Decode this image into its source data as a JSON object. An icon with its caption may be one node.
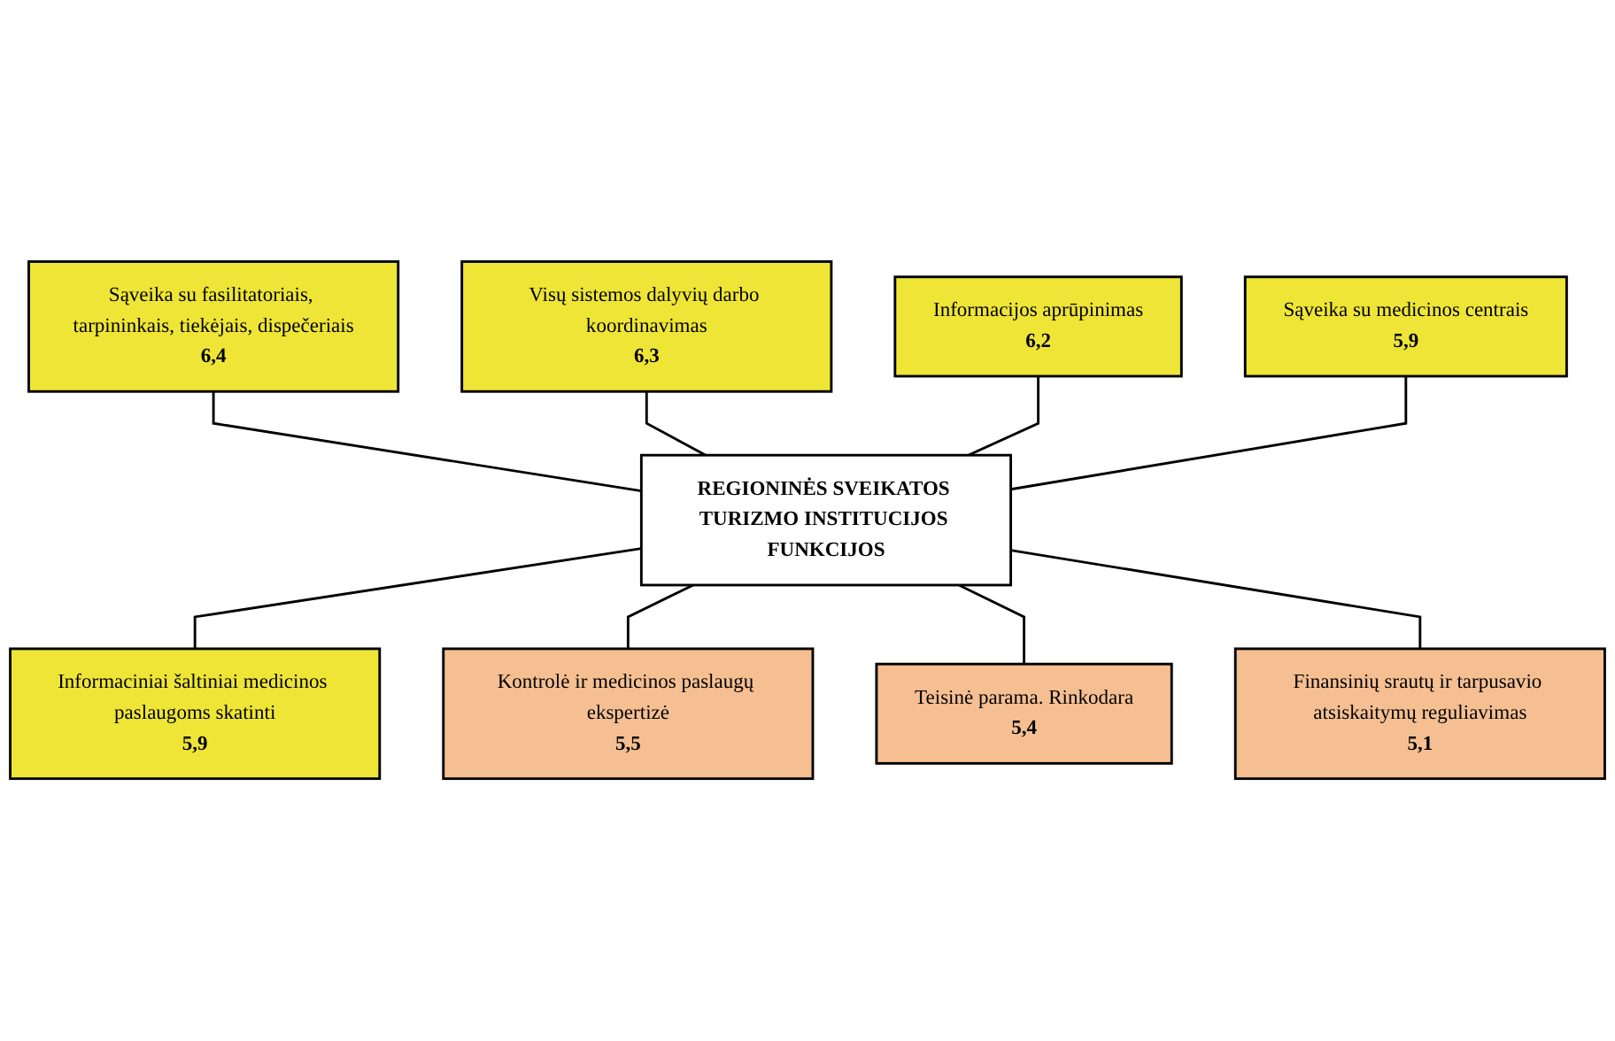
{
  "diagram": {
    "nodes": [
      {
        "text": [
          "Sąveika su fasilitatoriais, tarpininkais, tiekėjais, dispečeriais",
          "6,4"
        ]
      },
      {
        "text": [
          "Visų sistemos dalyvių darbo koordinavimas",
          "6,3"
        ]
      },
      {
        "text": [
          "Informacijos aprūpinimas",
          "6,2"
        ]
      },
      {
        "text": [
          "Sąveika su medicinos centrais",
          "5,9"
        ]
      },
      {
        "text": [
          "REGIONINĖS SVEIKATOS TURIZMO INSTITUCIJOS FUNKCIJOS"
        ]
      },
      {
        "text": [
          "Informaciniai šaltiniai medicinos paslaugoms skatinti",
          "5,9"
        ]
      },
      {
        "text": [
          "Kontrolė ir medicinos paslaugų ekspertizė",
          "5,5"
        ]
      },
      {
        "text": [
          "Teisinė parama. Rinkodara",
          "5,4"
        ]
      },
      {
        "text": [
          "Finansinių srautų ir tarpusavio atsiskaitymų reguliavimas",
          "5,1"
        ]
      }
    ],
    "edges": [
      {
        "from": 0,
        "to": 4,
        "arrow": "none"
      },
      {
        "from": 1,
        "to": 4,
        "arrow": "none"
      },
      {
        "from": 2,
        "to": 4,
        "arrow": "none"
      },
      {
        "from": 3,
        "to": 4,
        "arrow": "none"
      },
      {
        "from": 4,
        "to": 5,
        "arrow": "none"
      },
      {
        "from": 4,
        "to": 6,
        "arrow": "none"
      },
      {
        "from": 4,
        "to": 7,
        "arrow": "none"
      },
      {
        "from": 4,
        "to": 8,
        "arrow": "none"
      }
    ]
  }
}
